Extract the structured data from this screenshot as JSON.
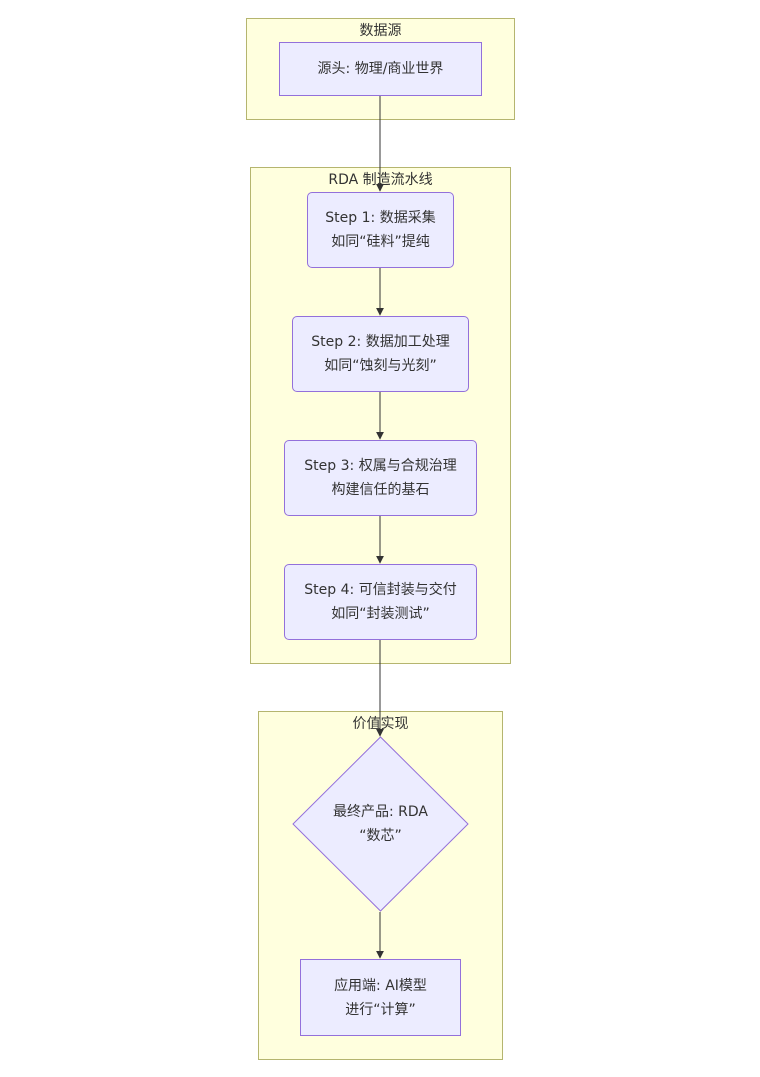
{
  "colors": {
    "cluster_fill": "#ffffde",
    "cluster_border": "#b5b56f",
    "node_fill": "#ececff",
    "node_border": "#9370db",
    "edge": "#333333",
    "text": "#333333"
  },
  "clusters": {
    "source": {
      "title": "数据源"
    },
    "pipeline": {
      "title": "RDA 制造流水线"
    },
    "value": {
      "title": "价值实现"
    }
  },
  "nodes": {
    "origin": {
      "lines": [
        "源头: 物理/商业世界"
      ]
    },
    "step1": {
      "lines": [
        "Step 1: 数据采集",
        "如同“硅料”提纯"
      ]
    },
    "step2": {
      "lines": [
        "Step 2: 数据加工处理",
        "如同“蚀刻与光刻”"
      ]
    },
    "step3": {
      "lines": [
        "Step 3: 权属与合规治理",
        "构建信任的基石"
      ]
    },
    "step4": {
      "lines": [
        "Step 4: 可信封装与交付",
        "如同“封装测试”"
      ]
    },
    "product": {
      "lines": [
        "最终产品: RDA",
        "“数芯”"
      ]
    },
    "app": {
      "lines": [
        "应用端: AI模型",
        "进行“计算”"
      ]
    }
  }
}
